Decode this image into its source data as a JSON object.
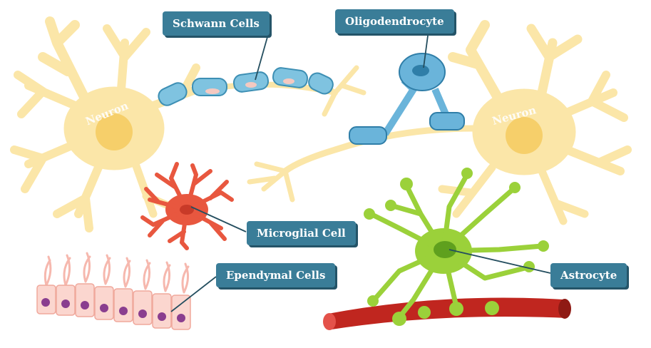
{
  "labels": {
    "schwann": "Schwann Cells",
    "oligodendrocyte": "Oligodendrocyte",
    "microglial": "Microglial Cell",
    "ependymal": "Ependymal Cells",
    "astrocyte": "Astrocyte"
  },
  "neuron_words": {
    "left": "Neuron",
    "right": "Neuron"
  },
  "colors": {
    "neuron": "#fbe6a8",
    "neuron_nucleus": "#f6cf6a",
    "schwann": "#7fc3e0",
    "oligo": "#6ab4da",
    "microglia": "#e8573f",
    "astrocyte": "#9bd13a",
    "vessel": "#c0261f",
    "ependymal": "#fbd6cf",
    "ependymal_nucleus": "#8a3e8f",
    "label_bg": "#3a7d98"
  }
}
